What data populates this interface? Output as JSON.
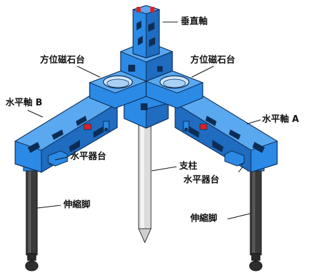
{
  "labels": {
    "vertical_axis": "垂直軸",
    "compass_stand_left": "方位磁石台",
    "compass_stand_right": "方位磁石台",
    "horizontal_axis_b": "水平軸 B",
    "horizontal_axis_a": "水平軸 A",
    "level_stand_left": "水平器台",
    "level_stand_right": "水平器台",
    "support_pole": "支柱",
    "telescopic_leg_left": "伸縮脚",
    "telescopic_leg_right": "伸縮脚"
  },
  "colors": {
    "frame_blue": "#2b8ae6",
    "frame_dark": "#1f6cc0",
    "frame_light": "#5aa8f0",
    "outline": "#0c2d55",
    "pole": "#d9d9d9",
    "leg": "#3a3a3a",
    "marker_red": "#e02020"
  }
}
